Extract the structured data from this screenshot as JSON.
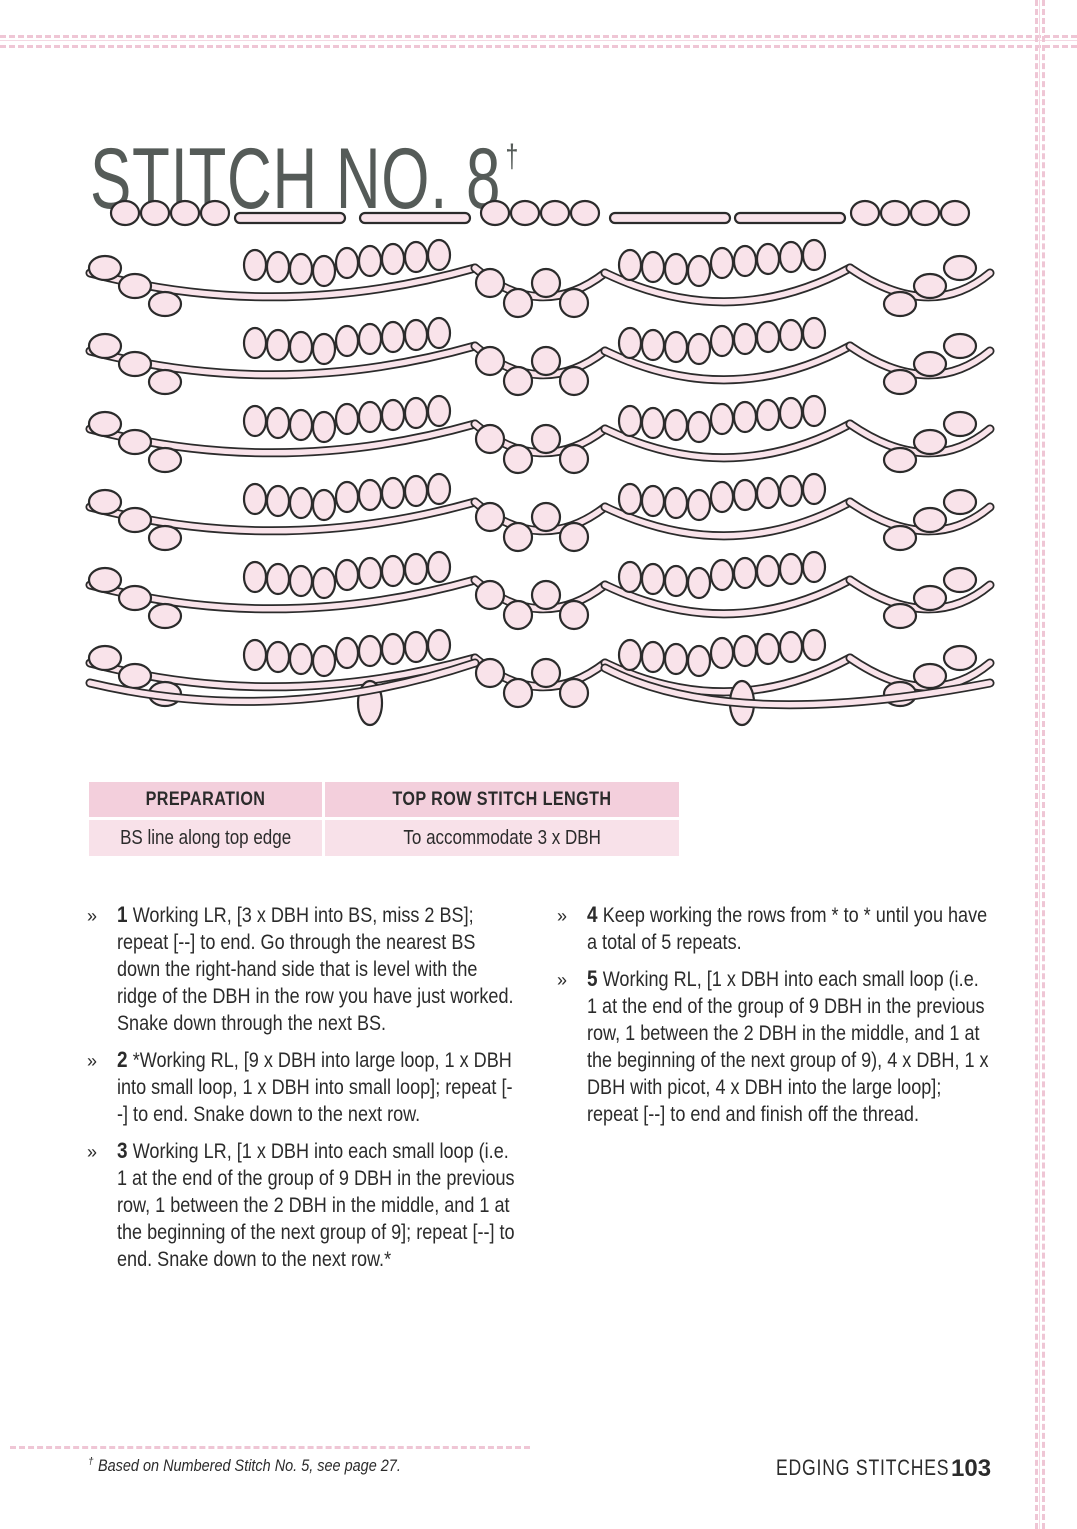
{
  "title": {
    "text": "STITCH NO. 8",
    "mark": "†"
  },
  "table": {
    "headers": [
      "PREPARATION",
      "TOP ROW STITCH LENGTH"
    ],
    "values": [
      "BS line along top edge",
      "To accommodate 3 x DBH"
    ]
  },
  "steps_left": [
    {
      "num": "1",
      "text": "Working LR, [3 x DBH into BS, miss 2 BS]; repeat [--] to end. Go through the nearest BS down the right-hand side that is level with the ridge of the DBH in the row you have just worked. Snake down through the next BS."
    },
    {
      "num": "2",
      "text": "*Working RL, [9 x DBH into large loop, 1 x DBH into small loop, 1 x DBH into small loop]; repeat [--] to end. Snake down to the next row."
    },
    {
      "num": "3",
      "text": "Working LR, [1 x DBH into each small loop (i.e. 1 at the end of the group of 9 DBH in the previous row, 1 between the 2 DBH in the middle, and 1 at the beginning of the next group of 9]; repeat [--] to end. Snake down to the next row.*"
    }
  ],
  "steps_right": [
    {
      "num": "4",
      "text": "Keep working the rows from * to * until you have a total of 5 repeats."
    },
    {
      "num": "5",
      "text": "Working RL, [1 x DBH into each small loop (i.e. 1 at the end of the group of 9 DBH in the previous row, 1 between the 2 DBH in the middle, and 1 at the beginning of the next group of 9), 4 x DBH, 1 x DBH with picot, 4 x DBH into the large loop]; repeat [--] to end and finish off the thread."
    }
  ],
  "bullet": "»",
  "footnote": {
    "mark": "†",
    "text": "Based on Numbered Stitch No. 5, see page 27."
  },
  "footer": {
    "section": "EDGING STITCHES",
    "page": "103"
  },
  "colors": {
    "accent": "#f3cfdc",
    "light": "#f8e1e9",
    "stitch_fill": "#f9e3ea",
    "ink": "#2b2b2b"
  }
}
